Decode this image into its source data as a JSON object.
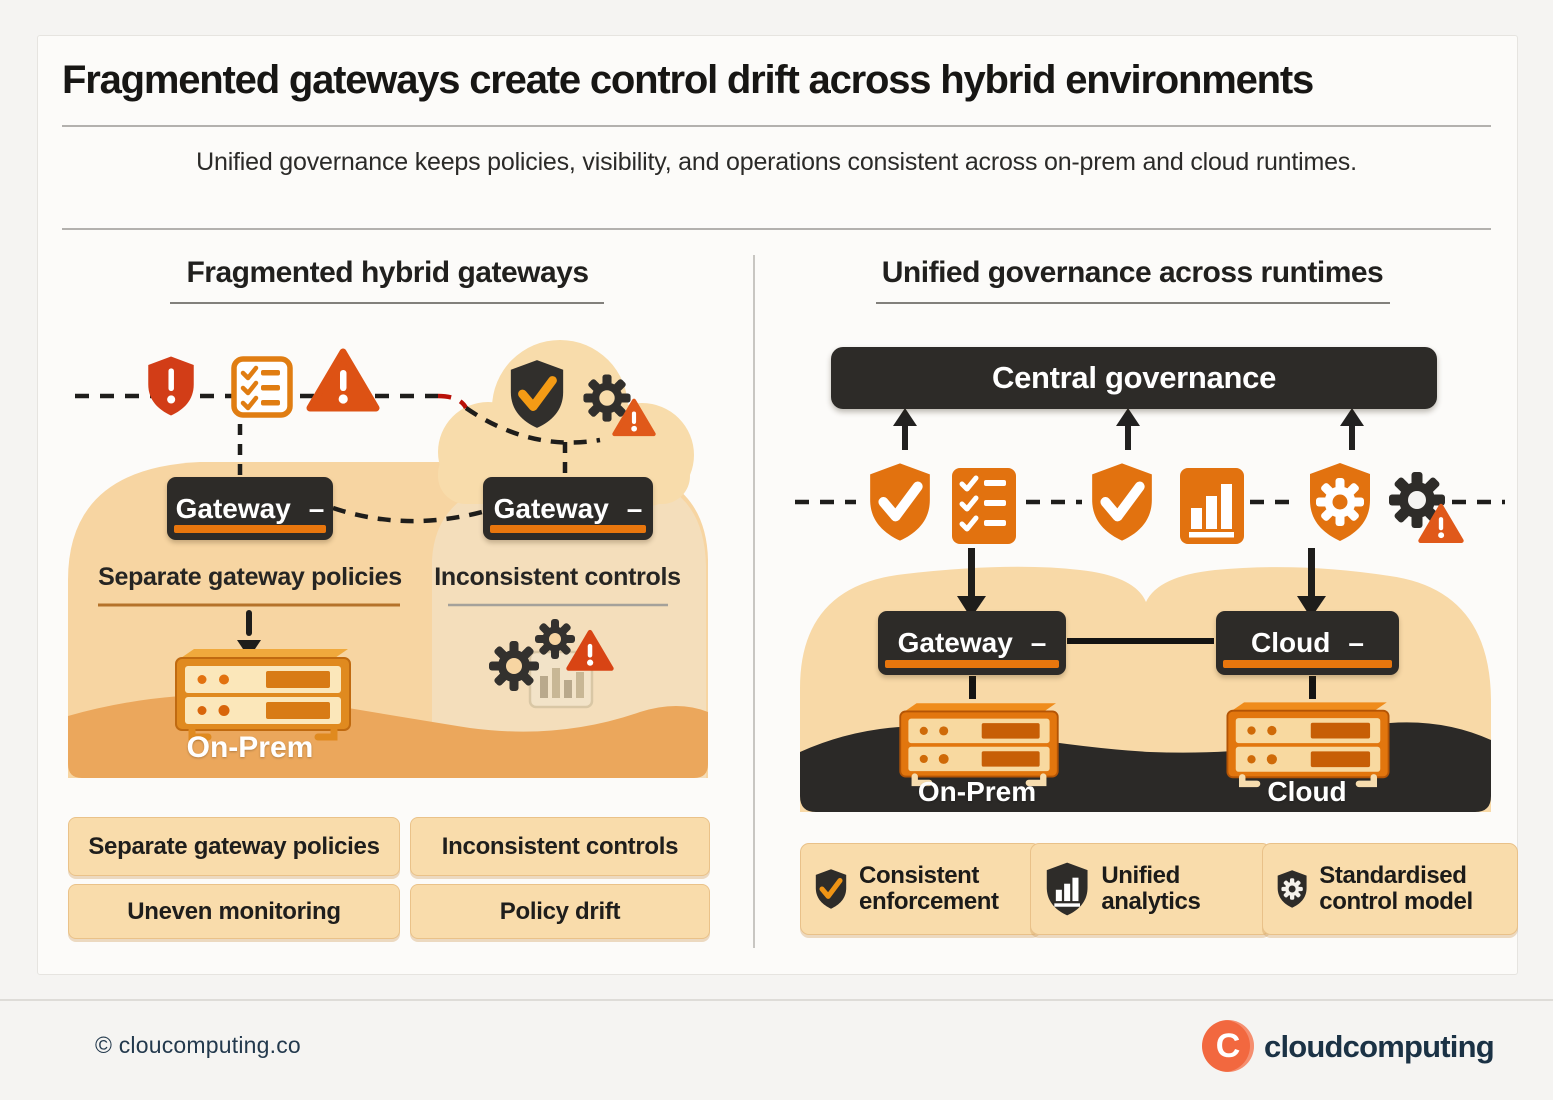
{
  "header": {
    "title": "Fragmented gateways create control drift across hybrid environments",
    "subtitle": "Unified governance keeps policies, visibility, and operations consistent across on-prem and cloud runtimes."
  },
  "left_panel": {
    "section_title": "Fragmented hybrid gateways",
    "gateway_box_a": "Gateway",
    "gateway_box_b": "Gateway",
    "box_dash": "–",
    "label_separate_policies": "Separate gateway policies",
    "label_inconsistent_controls": "Inconsistent controls",
    "onprem_label": "On-Prem",
    "chips": [
      {
        "label": "Separate gateway policies"
      },
      {
        "label": "Inconsistent controls"
      },
      {
        "label": "Uneven monitoring"
      },
      {
        "label": "Policy drift"
      }
    ]
  },
  "right_panel": {
    "section_title": "Unified governance across runtimes",
    "central_box": "Central governance",
    "gateway_box": "Gateway",
    "cloud_box": "Cloud",
    "box_dash": "–",
    "onprem_label": "On-Prem",
    "cloud_label": "Cloud",
    "chips": [
      {
        "label": "Consistent enforcement",
        "icon": "shield-check"
      },
      {
        "label": "Unified analytics",
        "icon": "shield-chart"
      },
      {
        "label": "Standardised control model",
        "icon": "shield-gear"
      }
    ]
  },
  "footer": {
    "copyright": "© cloucomputing.co",
    "brand": "cloudcomputing",
    "logo_letter": "C"
  },
  "colors": {
    "accent_orange": "#e2720f",
    "alert_red": "#d23d17",
    "warning_orange": "#dd5214",
    "dark_box": "#2d2b28",
    "peach_cloud": "#f8dcab",
    "peach_chip": "#f9dcab",
    "mound_peach": "#f7d5a2",
    "mound_orange_wave": "#eba75c",
    "dark_wave": "#2b2927",
    "red_dash": "#b91109",
    "brand_navy": "#1b3245",
    "logo_coral": "#f2683f"
  }
}
